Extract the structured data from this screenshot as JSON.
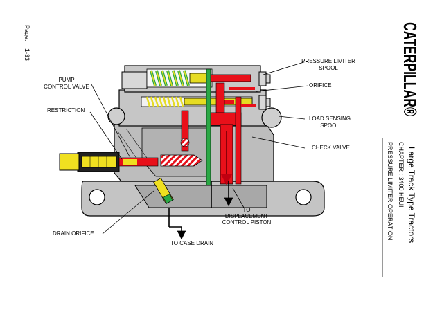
{
  "header": {
    "logo_text": "CATERPILLAR®",
    "title": "Large Track Type Tractors",
    "chapter": "CHAPTER :  3400 HEUI",
    "section": "PRESSURE LIMITER OPERATION",
    "page_label": "Page:",
    "page_number": "1-33"
  },
  "callouts": {
    "pressure_limiter_spool_1": "PRESSURE LIMITER",
    "pressure_limiter_spool_2": "SPOOL",
    "orifice": "ORIFICE",
    "load_sensing_spool_1": "LOAD SENSING",
    "load_sensing_spool_2": "SPOOL",
    "check_valve": "CHECK VALVE",
    "pump_control_valve_1": "PUMP",
    "pump_control_valve_2": "CONTROL VALVE",
    "restriction": "RESTRICTION",
    "displacement_1": "TO",
    "displacement_2": "DISPLACEMENT",
    "displacement_3": "CONTROL PISTON",
    "drain_orifice": "DRAIN ORIFICE",
    "case_drain": "TO CASE DRAIN"
  },
  "colors": {
    "housing": "#bfbfbf",
    "housing_dark": "#9a9a9a",
    "pressure_red": "#e8101a",
    "signal_green": "#2aa845",
    "solenoid_yellow": "#f0e020",
    "spring_yellow": "#e6dc22"
  }
}
